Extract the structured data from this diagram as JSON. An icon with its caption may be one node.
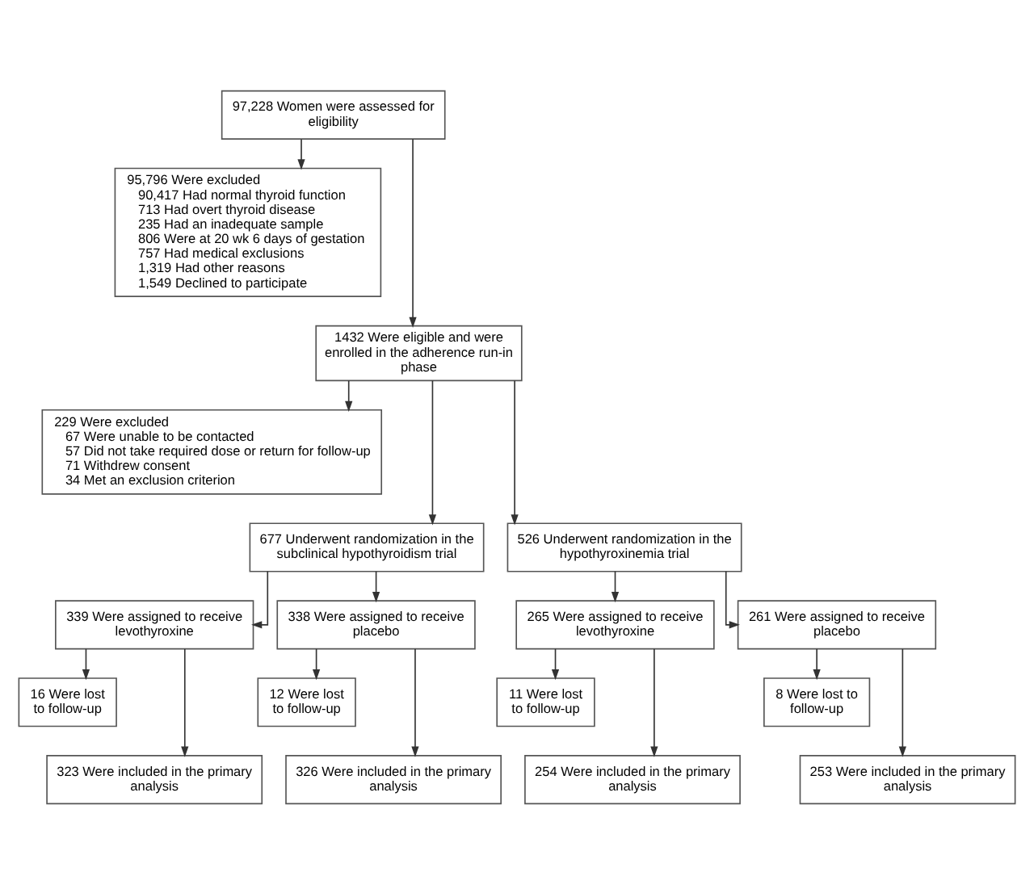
{
  "diagram": {
    "nodes": [
      {
        "text": [
          "97,228 Women were assessed for eligibility"
        ]
      },
      {
        "text": [
          "95,796 Were excluded",
          "90,417 Had normal thyroid function",
          "713 Had overt thyroid disease",
          "235 Had an inadequate sample",
          "806 Were at 20 wk 6 days of gestation",
          "757 Had medical exclusions",
          "1,319 Had other reasons",
          "1,549 Declined to participate"
        ]
      },
      {
        "text": [
          "1432 Were eligible and were enrolled in the adherence run-in phase"
        ]
      },
      {
        "text": [
          "229 Were excluded",
          "67 Were unable to be contacted",
          "57 Did not take required dose or return for follow-up",
          "71 Withdrew consent",
          "34 Met an exclusion criterion"
        ]
      },
      {
        "text": [
          "677 Underwent randomization in the subclinical hypothyroidism trial"
        ]
      },
      {
        "text": [
          "526 Underwent randomization in the hypothyroxinemia trial"
        ]
      },
      {
        "text": [
          "339 Were assigned to receive levothyroxine"
        ]
      },
      {
        "text": [
          "338 Were assigned to receive placebo"
        ]
      },
      {
        "text": [
          "265 Were assigned to receive levothyroxine"
        ]
      },
      {
        "text": [
          "261 Were assigned to receive placebo"
        ]
      },
      {
        "text": [
          "16 Were lost to follow-up"
        ]
      },
      {
        "text": [
          "12 Were lost to follow-up"
        ]
      },
      {
        "text": [
          "11 Were lost to follow-up"
        ]
      },
      {
        "text": [
          "8 Were lost to follow-up"
        ]
      },
      {
        "text": [
          "323 Were included in the primary analysis"
        ]
      },
      {
        "text": [
          "326 Were included in the primary analysis"
        ]
      },
      {
        "text": [
          "254 Were included in the primary analysis"
        ]
      },
      {
        "text": [
          "253 Were included in the primary analysis"
        ]
      }
    ],
    "edges": [
      {
        "from": 0,
        "to": 1,
        "arrow": "to"
      },
      {
        "from": 0,
        "to": 2,
        "arrow": "to"
      },
      {
        "from": 2,
        "to": 3,
        "arrow": "to"
      },
      {
        "from": 2,
        "to": 4,
        "arrow": "to"
      },
      {
        "from": 2,
        "to": 5,
        "arrow": "to"
      },
      {
        "from": 4,
        "to": 6,
        "arrow": "to"
      },
      {
        "from": 4,
        "to": 7,
        "arrow": "to"
      },
      {
        "from": 5,
        "to": 8,
        "arrow": "to"
      },
      {
        "from": 5,
        "to": 9,
        "arrow": "to"
      },
      {
        "from": 6,
        "to": 10,
        "arrow": "to"
      },
      {
        "from": 6,
        "to": 14,
        "arrow": "to"
      },
      {
        "from": 7,
        "to": 11,
        "arrow": "to"
      },
      {
        "from": 7,
        "to": 15,
        "arrow": "to"
      },
      {
        "from": 8,
        "to": 12,
        "arrow": "to"
      },
      {
        "from": 8,
        "to": 16,
        "arrow": "to"
      },
      {
        "from": 9,
        "to": 13,
        "arrow": "to"
      },
      {
        "from": 9,
        "to": 17,
        "arrow": "to"
      }
    ]
  }
}
